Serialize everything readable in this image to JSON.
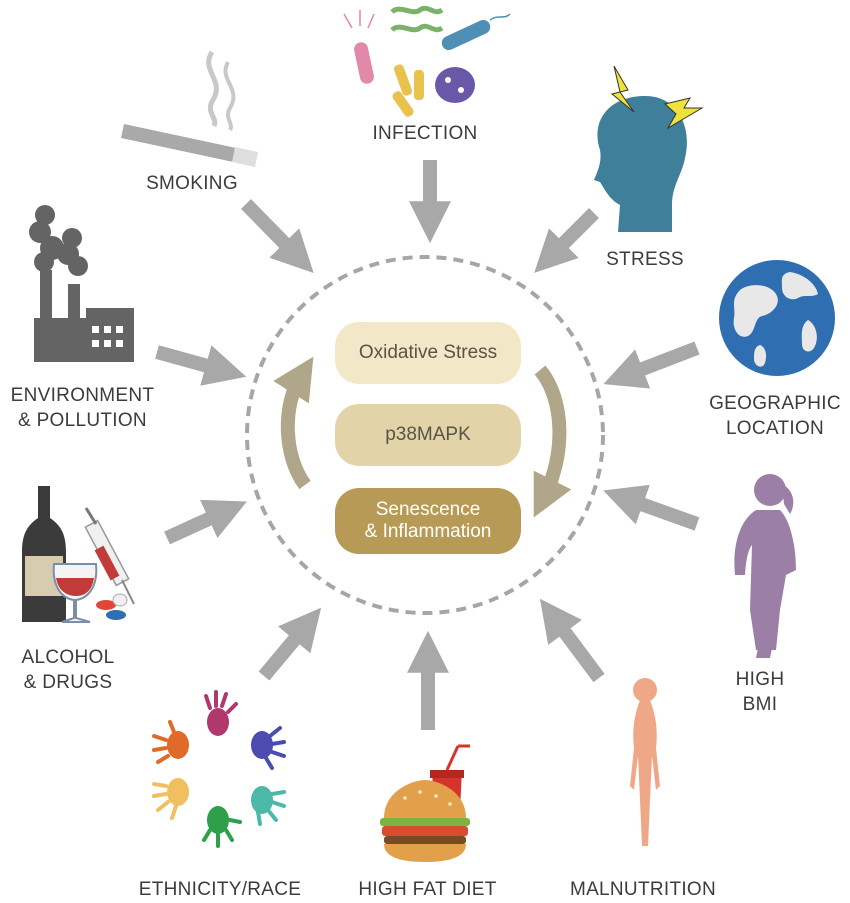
{
  "factors": {
    "smoking": "SMOKING",
    "infection": "INFECTION",
    "stress": "STRESS",
    "environment_line1": "ENVIRONMENT",
    "environment_line2": "& POLLUTION",
    "geo_line1": "GEOGRAPHIC",
    "geo_line2": "LOCATION",
    "alcohol_line1": "ALCOHOL",
    "alcohol_line2": "& DRUGS",
    "bmi_line1": "HIGH",
    "bmi_line2": "BMI",
    "ethnicity": "ETHNICITY/RACE",
    "diet": "HIGH FAT DIET",
    "malnutrition": "MALNUTRITION"
  },
  "cycle": {
    "step1": "Oxidative Stress",
    "step2": "p38MAPK",
    "step3_line1": "Senescence",
    "step3_line2": "& Inflammation"
  },
  "colors": {
    "arrow": "#a8a8a8",
    "dashed_circle": "#a6a6a6",
    "pill1": "#f2e7c6",
    "pill2": "#e2d4a8",
    "pill3": "#b79a55",
    "cycle_arrow": "#b0a78a"
  }
}
